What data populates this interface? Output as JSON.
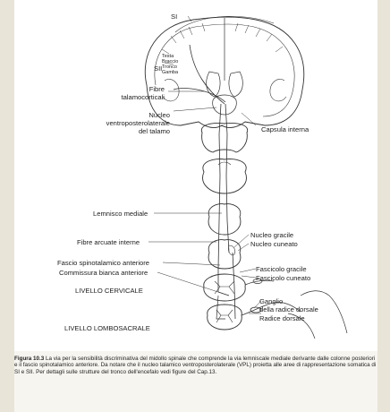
{
  "labels": {
    "si": "SI",
    "sii": "SII",
    "testa": "Testa",
    "braccio": "Braccio",
    "tronco": "Tronco",
    "gamba": "Gamba",
    "fibre_talamocorticali_1": "Fibre",
    "fibre_talamocorticali_2": "talamocorticali",
    "nucleo_vpl_1": "Nucleo",
    "nucleo_vpl_2": "ventroposterolaterale",
    "nucleo_vpl_3": "del talamo",
    "capsula_interna": "Capsula interna",
    "lemnisco_mediale": "Lemnisco mediale",
    "nucleo_gracile": "Nucleo gracile",
    "nucleo_cuneato": "Nucleo cuneato",
    "fibre_arcuate": "Fibre arcuate interne",
    "fascicolo_gracile": "Fascicolo gracile",
    "fascio_spinotalamico": "Fascio spinotalamico anteriore",
    "fascicolo_cuneato": "Fascicolo cuneato",
    "commissura_bianca": "Commissura bianca anteriore",
    "livello_cervicale": "LIVELLO CERVICALE",
    "ganglio_1": "Ganglio",
    "ganglio_2": "della radice dorsale",
    "radice_dorsale": "Radice dorsale",
    "livello_lombosacrale": "LIVELLO LOMBOSACRALE"
  },
  "caption": {
    "prefix": "Figura 10.3",
    "text": "La via per la sensibilità discriminativa del midollo spinale che comprende la via lemniscale mediale derivante dalle colonne posteriori e il fascio spinotalamico anteriore. Da notare che il nucleo talamico ventroposterolaterale (VPL) proietta alle aree di rappresentazione somatica di SI e SII. Per dettagli sulle strutture del tronco dell'encefalo vedi figure del Cap.13."
  }
}
